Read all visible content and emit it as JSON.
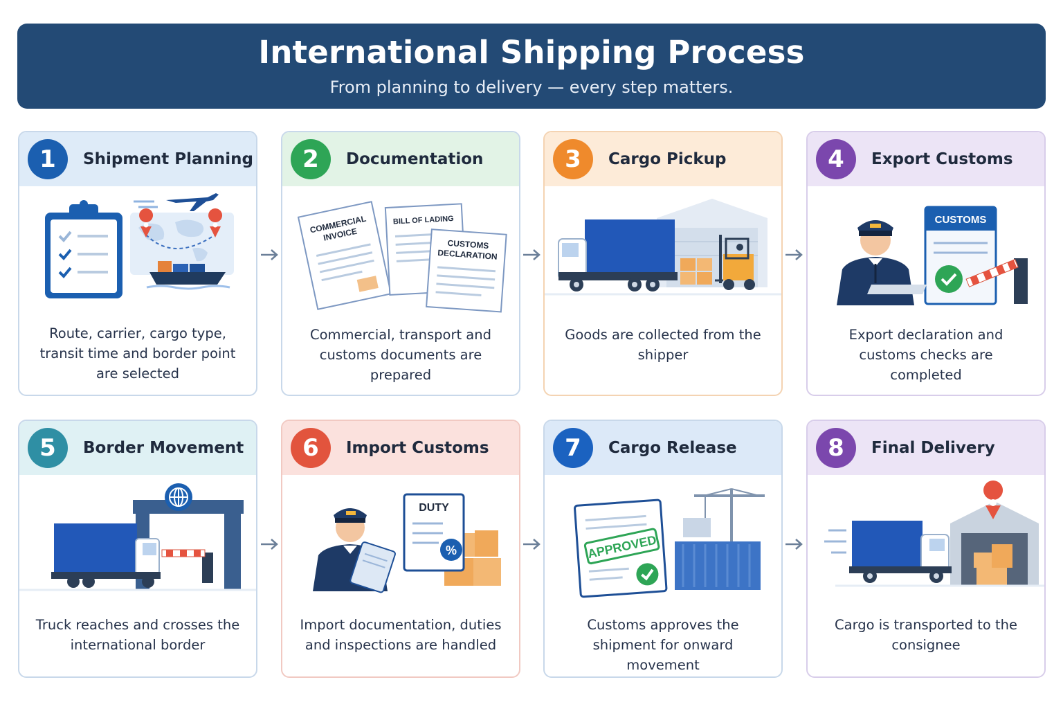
{
  "header": {
    "title": "International Shipping Process",
    "subtitle": "From planning to delivery — every step matters."
  },
  "colors": {
    "banner": "#234a75",
    "step1": "#1b5fb0",
    "step2": "#2ea556",
    "step3": "#ef8a2c",
    "step4": "#7b47ad",
    "step5": "#2f8fa4",
    "step6": "#e2543d",
    "step7": "#1b62c0",
    "step8": "#7b47ad"
  },
  "steps": [
    {
      "number": "1",
      "title": "Shipment Planning",
      "description": "Route, carrier, cargo type, transit time and border point are selected",
      "icon": "clipboard-map-plane-ship-icon"
    },
    {
      "number": "2",
      "title": "Documentation",
      "description": "Commercial, transport and customs documents are prepared",
      "icon": "documents-icon",
      "doc_labels": {
        "invoice_1": "COMMERCIAL",
        "invoice_2": "INVOICE",
        "bill": "BILL OF LADING",
        "customs_1": "CUSTOMS",
        "customs_2": "DECLARATION"
      }
    },
    {
      "number": "3",
      "title": "Cargo Pickup",
      "description": "Goods are collected from the shipper",
      "icon": "truck-warehouse-forklift-icon"
    },
    {
      "number": "4",
      "title": "Export Customs",
      "description": "Export declaration and customs checks are completed",
      "icon": "customs-officer-icon",
      "doc_labels": {
        "customs": "CUSTOMS"
      }
    },
    {
      "number": "5",
      "title": "Border Movement",
      "description": "Truck reaches and crosses the international border",
      "icon": "border-gate-truck-icon"
    },
    {
      "number": "6",
      "title": "Import Customs",
      "description": "Import documentation, duties and inspections are handled",
      "icon": "officer-duty-icon",
      "doc_labels": {
        "duty": "DUTY",
        "percent": "%"
      }
    },
    {
      "number": "7",
      "title": "Cargo Release",
      "description": "Customs approves the shipment for onward movement",
      "icon": "approved-stamp-port-icon",
      "doc_labels": {
        "stamp": "APPROVED"
      }
    },
    {
      "number": "8",
      "title": "Final Delivery",
      "description": "Cargo is transported to the consignee",
      "icon": "delivery-truck-warehouse-icon"
    }
  ]
}
